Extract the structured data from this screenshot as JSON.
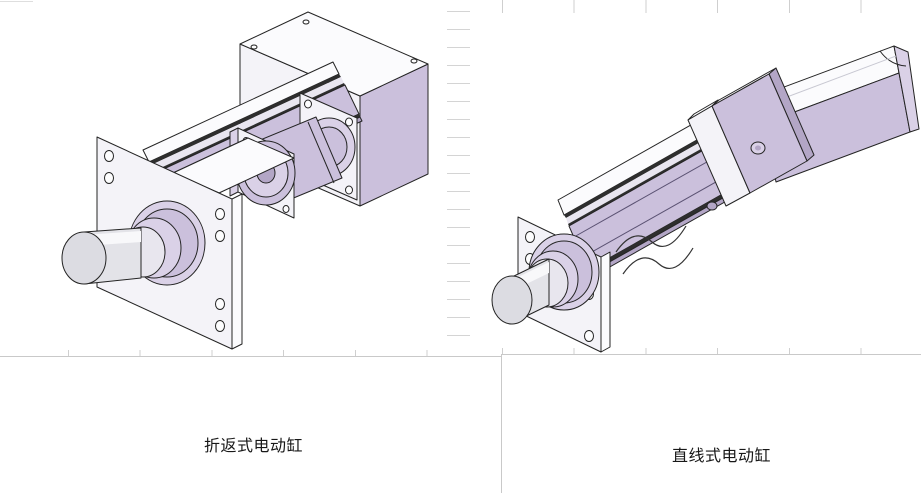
{
  "captions": {
    "left": "折返式电动缸",
    "right": "直线式电动缸"
  },
  "illustrations": {
    "left": {
      "label": "折返式电动缸",
      "description": "fold-back electric cylinder isometric CAD render"
    },
    "right": {
      "label": "直线式电动缸",
      "description": "in-line electric cylinder isometric CAD render"
    }
  },
  "colors": {
    "body_lavender": "#cbc0dc",
    "body_lavender_light": "#dad1e7",
    "body_lavender_shadow": "#b3a6c6",
    "highlight_white": "#fbfbfd",
    "rod_steel": "#e3e3e8",
    "outline": "#242424",
    "grid_line": "#c9c9c9",
    "caption_text": "#181818",
    "background": "#ffffff"
  }
}
